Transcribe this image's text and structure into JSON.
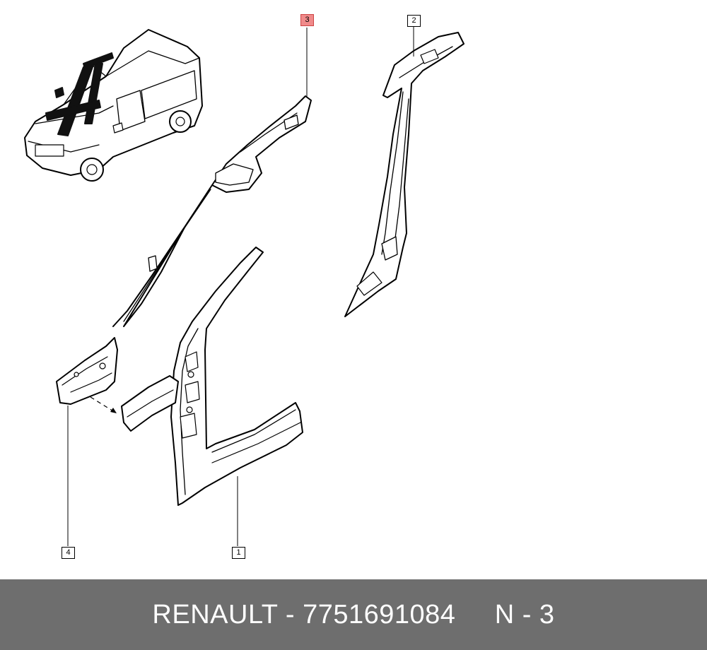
{
  "callouts": {
    "c1": {
      "label": "1",
      "highlighted": false
    },
    "c2": {
      "label": "2",
      "highlighted": false
    },
    "c3": {
      "label": "3",
      "highlighted": true
    },
    "c4": {
      "label": "4",
      "highlighted": false
    }
  },
  "footer": {
    "brand": "RENAULT",
    "separator": "-",
    "part_number": "7751691084",
    "ref": "N - 3"
  },
  "colors": {
    "footer_bg": "#6e6e6e",
    "footer_text": "#ffffff",
    "highlight": "#f08a8a",
    "line": "#000000"
  }
}
